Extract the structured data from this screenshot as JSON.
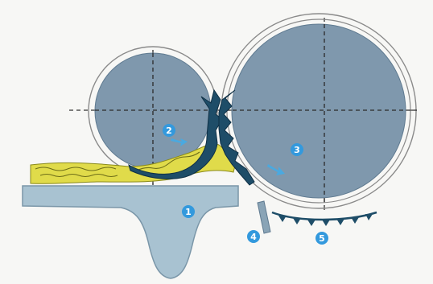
{
  "diagram": {
    "colors": {
      "background": "#f7f7f5",
      "roller_fill": "#7f98ad",
      "roller_ring": "#8a8a8a",
      "clothing": "#1e4d68",
      "frame": "#a8c2d1",
      "frame_stroke": "#7a96a8",
      "fiber": "#e0db4a",
      "fiber_dark": "#8a8a1a",
      "callout": "#3399dd",
      "arrow": "#4aa9e0",
      "guide_line": "#333333"
    },
    "callouts": [
      {
        "label": "1",
        "part": "feed-plate"
      },
      {
        "label": "2",
        "part": "feed-roller"
      },
      {
        "label": "3",
        "part": "licker-in"
      },
      {
        "label": "4",
        "part": "mote-knife"
      },
      {
        "label": "5",
        "part": "grid-bars"
      }
    ]
  }
}
